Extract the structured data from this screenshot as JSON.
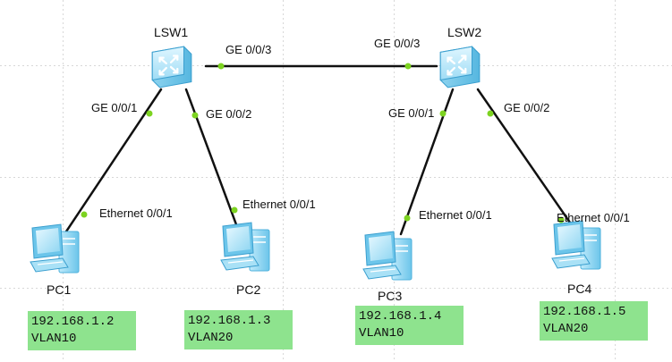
{
  "switches": [
    {
      "id": "lsw1",
      "label": "LSW1"
    },
    {
      "id": "lsw2",
      "label": "LSW2"
    }
  ],
  "pcs": [
    {
      "id": "pc1",
      "label": "PC1",
      "ip": "192.168.1.2",
      "vlan": "VLAN10"
    },
    {
      "id": "pc2",
      "label": "PC2",
      "ip": "192.168.1.3",
      "vlan": "VLAN20"
    },
    {
      "id": "pc3",
      "label": "PC3",
      "ip": "192.168.1.4",
      "vlan": "VLAN10"
    },
    {
      "id": "pc4",
      "label": "PC4",
      "ip": "192.168.1.5",
      "vlan": "VLAN20"
    }
  ],
  "ports": {
    "lsw1_trunk": "GE 0/0/3",
    "lsw2_trunk": "GE 0/0/3",
    "lsw1_pc1": "GE 0/0/1",
    "lsw1_pc2": "GE 0/0/2",
    "lsw2_pc3": "GE 0/0/1",
    "lsw2_pc4": "GE 0/0/2",
    "pc1_eth": "Ethernet 0/0/1",
    "pc2_eth": "Ethernet 0/0/1",
    "pc3_eth": "Ethernet 0/0/1",
    "pc4_eth": "Ethernet 0/0/1"
  },
  "colors": {
    "link": "#111111",
    "port_dot": "#7dd321",
    "grid": "#d8d8d8",
    "info_box": "#8ee38e",
    "device": "#7fd0f0"
  }
}
